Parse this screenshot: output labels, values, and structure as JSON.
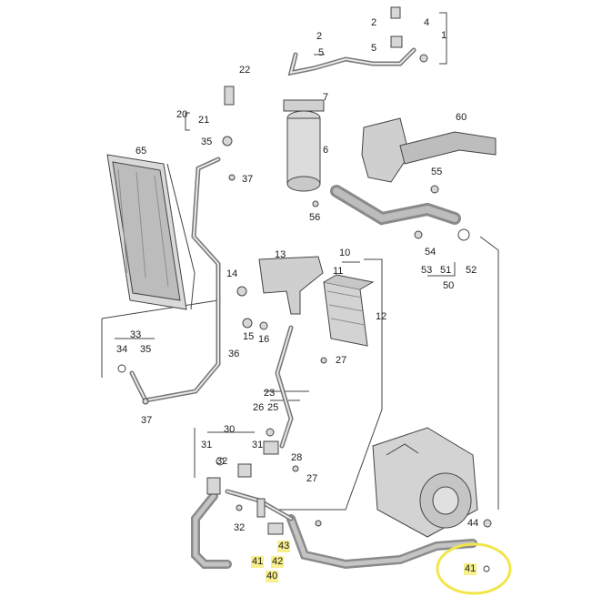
{
  "diagram": {
    "style": "exploded parts diagram, air conditioning refrigerant circuit",
    "colors": {
      "background": "#ffffff",
      "line": "#444444",
      "hose": "#9a9a9a",
      "highlight_fill": "#f7ef8c",
      "callout_ring": "#f1e64a"
    },
    "highlighted_labels": [
      "40",
      "41",
      "42",
      "43"
    ],
    "circled_callout": "41"
  },
  "labels": {
    "l1": "1",
    "l2a": "2",
    "l2b": "2",
    "l4": "4",
    "l5a": "5",
    "l5b": "5",
    "l60": "60",
    "l22": "22",
    "l7": "7",
    "l20": "20",
    "l21": "21",
    "l35": "35",
    "l37a": "37",
    "l65": "65",
    "l6": "6",
    "l56": "56",
    "l55": "55",
    "l54": "54",
    "l53": "53",
    "l51": "51",
    "l52": "52",
    "l50": "50",
    "l13": "13",
    "l10": "10",
    "l11": "11",
    "l14": "14",
    "l15": "15",
    "l16": "16",
    "l36": "36",
    "l12": "12",
    "l27a": "27",
    "l33": "33",
    "l34": "34",
    "l35b": "35",
    "l37b": "37",
    "l23": "23",
    "l26": "26",
    "l25": "25",
    "l30": "30",
    "l31": "31",
    "l31b": "31",
    "l32a": "32",
    "l32b": "32",
    "l28": "28",
    "l27b": "27",
    "l43": "43",
    "l42": "42",
    "l41a": "41",
    "l40": "40",
    "l44": "44",
    "l41b": "41"
  }
}
